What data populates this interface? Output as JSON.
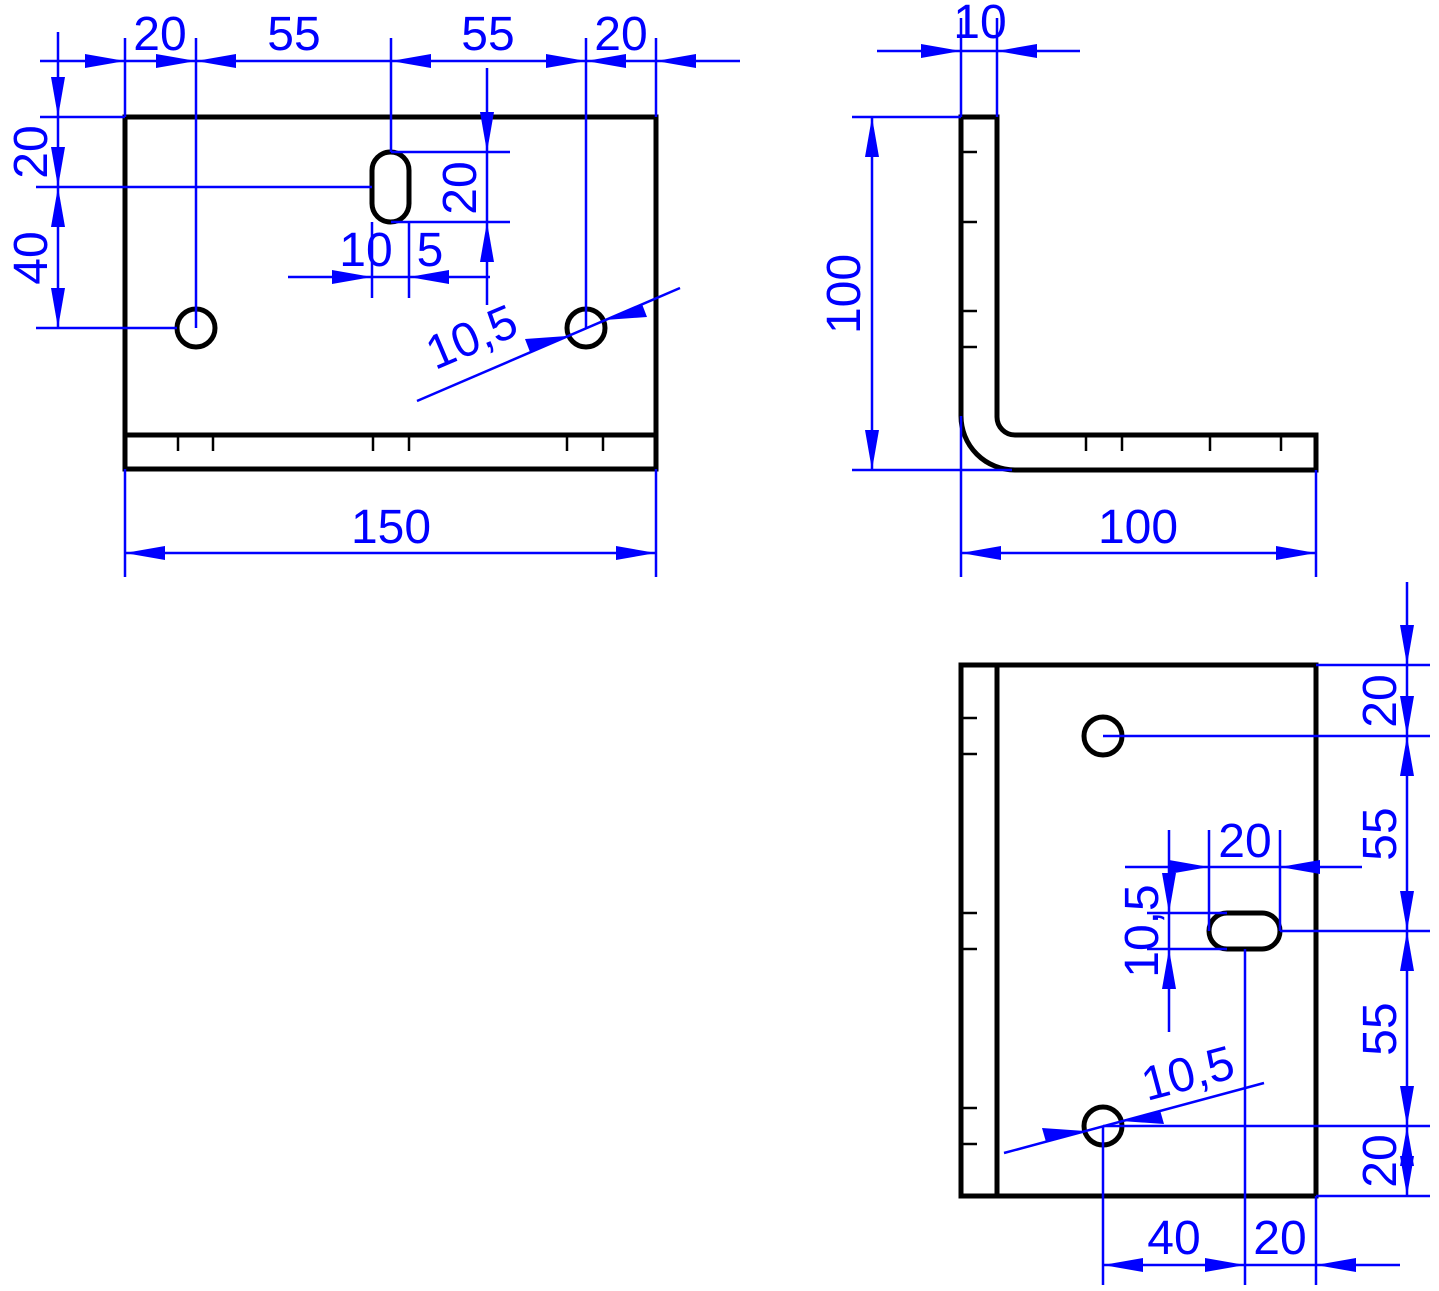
{
  "colors": {
    "part": "#000000",
    "dimension": "#0000ff",
    "background": "#ffffff"
  },
  "front_view": {
    "dims": {
      "left_edge": "20",
      "hole_to_slot": "55",
      "slot_to_hole": "55",
      "right_edge": "20",
      "top_to_slot": "20",
      "slot_to_holes": "40",
      "slot_length": "20",
      "slot_width_a": "10",
      "slot_width_b": "5",
      "hole_diameter": "10,5",
      "overall_width": "150"
    }
  },
  "side_view": {
    "dims": {
      "thickness": "10",
      "height": "100",
      "leg_length": "100"
    }
  },
  "top_view": {
    "dims": {
      "top_edge": "20",
      "hole_to_slot": "55",
      "slot_to_hole": "55",
      "bottom_edge": "20",
      "slot_length": "20",
      "slot_width": "10,5",
      "hole_diameter": "10,5",
      "hole_offset": "40",
      "slot_offset": "20"
    }
  }
}
